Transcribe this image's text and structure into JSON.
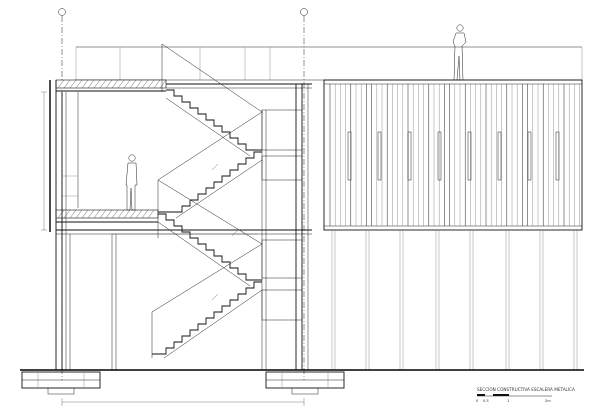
{
  "drawing": {
    "title_block": {
      "title": "SECCION CONSTRUCTIVA ESCALERA METALICA",
      "scale_ticks": [
        "0",
        "0.5",
        "1",
        "2m"
      ]
    }
  },
  "colors": {
    "line": "#111111",
    "background": "#ffffff"
  }
}
